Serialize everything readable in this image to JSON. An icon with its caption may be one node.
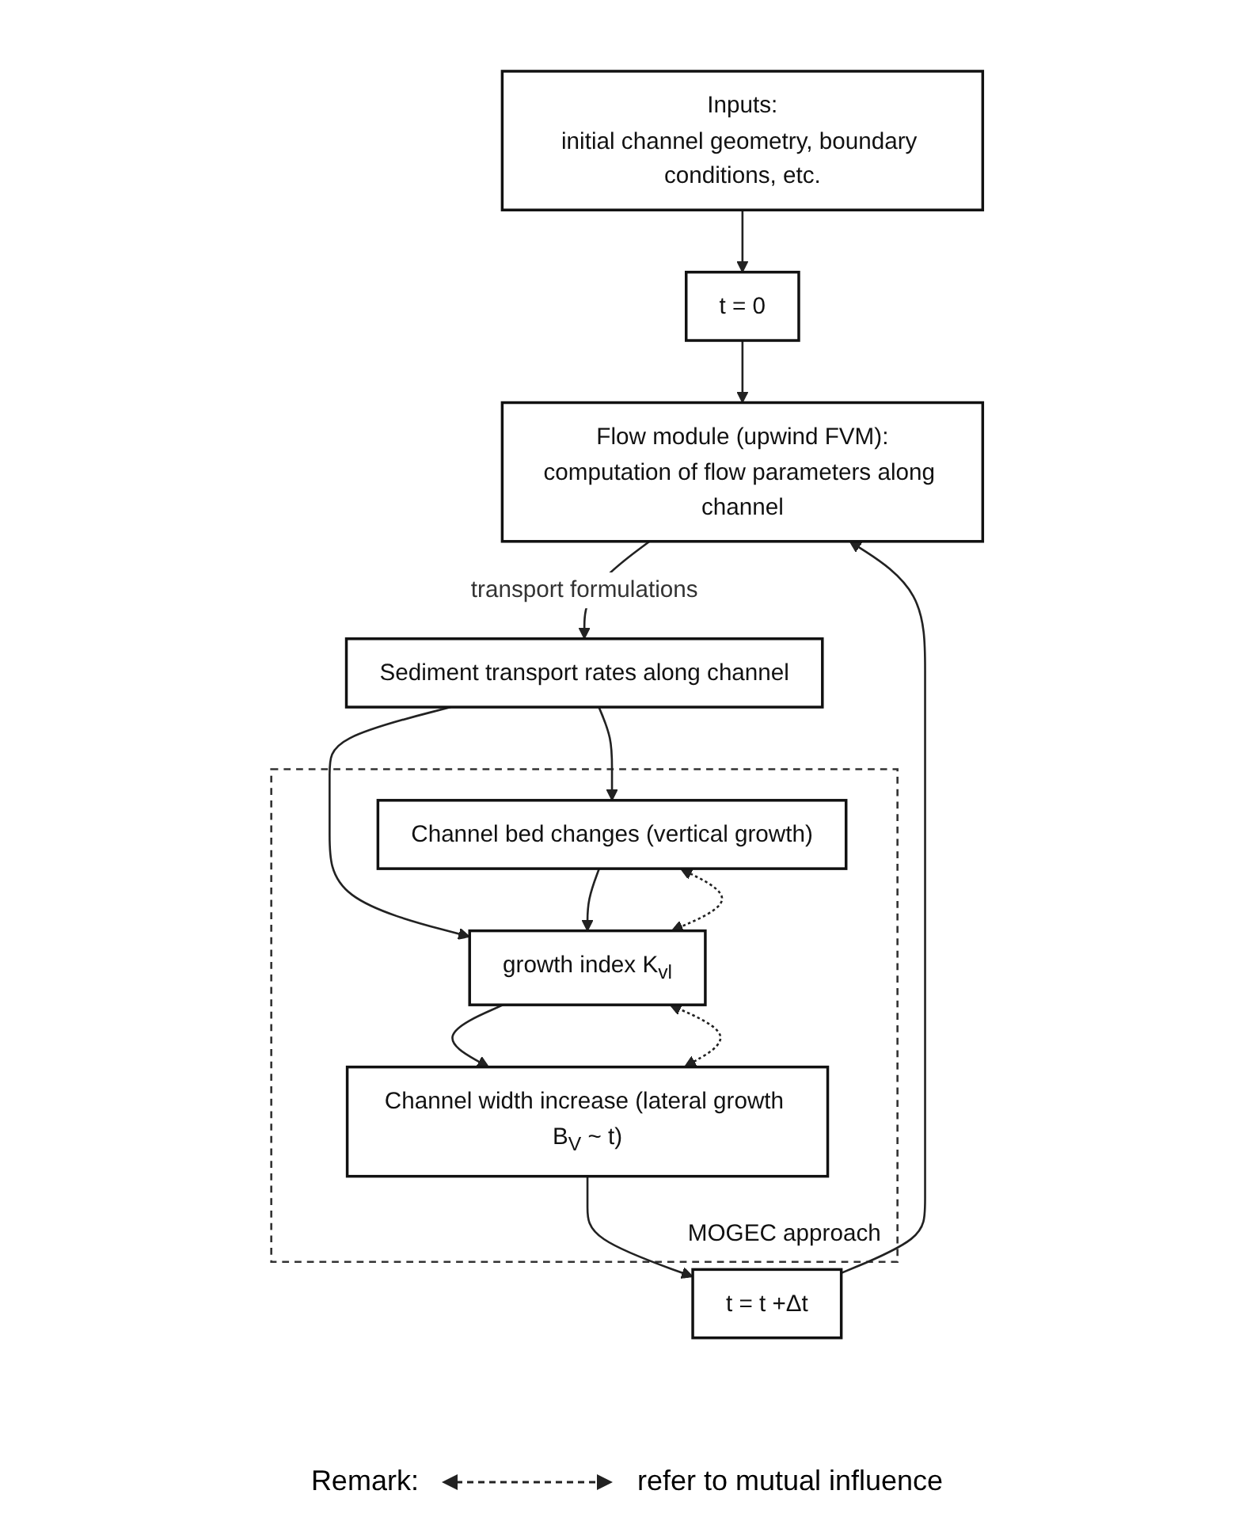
{
  "diagram": {
    "nodes": [
      {
        "text": [
          "Inputs:",
          "initial channel geometry, boundary conditions, etc."
        ]
      },
      {
        "text": [
          "t = 0"
        ]
      },
      {
        "text": [
          "Flow module (upwind FVM):",
          "computation of flow parameters along channel"
        ]
      },
      {
        "text": [
          "Sediment transport rates along channel"
        ]
      },
      {
        "text": [
          "MOGEC approach"
        ]
      },
      {
        "text": [
          "Channel bed changes (vertical growth)"
        ],
        "in": 4
      },
      {
        "text": [
          "growth index K$_{vl}$"
        ],
        "in": 4
      },
      {
        "text": [
          "Channel width increase (lateral growth B$_{V}$ ~ t)"
        ],
        "in": 4
      },
      {
        "text": [
          "t = t +Δt"
        ]
      }
    ],
    "edges": [
      {
        "from": 0,
        "to": 1,
        "arrow": "to"
      },
      {
        "from": 1,
        "to": 2,
        "arrow": "to"
      },
      {
        "from": 2,
        "to": 3,
        "arrow": "to",
        "label": "transport formulations"
      },
      {
        "from": 3,
        "to": 5,
        "arrow": "to"
      },
      {
        "from": 3,
        "to": 6,
        "arrow": "to"
      },
      {
        "from": 5,
        "to": 6,
        "arrow": "to"
      },
      {
        "from": 5,
        "to": 6,
        "arrow": "both",
        "style": "dashed"
      },
      {
        "from": 6,
        "to": 7,
        "arrow": "to"
      },
      {
        "from": 7,
        "to": 6,
        "arrow": "both",
        "style": "dashed"
      },
      {
        "from": 7,
        "to": 8,
        "arrow": "to"
      },
      {
        "from": 8,
        "to": 2,
        "arrow": "to"
      }
    ],
    "labels": [
      "Remark:"
    ],
    "legend": [
      {
        "text": "refer to mutual influence"
      }
    ]
  }
}
